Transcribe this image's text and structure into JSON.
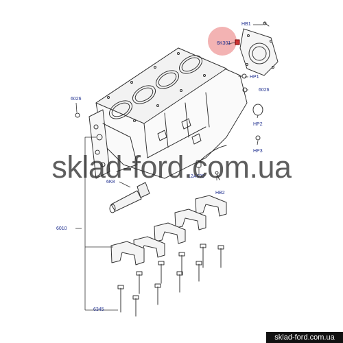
{
  "callouts": {
    "hb1": "HB1",
    "k301": "6K301",
    "hp1": "HP1",
    "c6026_right": "6026",
    "c6026_left": "6026",
    "hp2": "HP2",
    "hp3": "HP3",
    "c12a699": "12A699",
    "hb2": "HB2",
    "k6k8": "6K8",
    "c6010": "6010",
    "c6345": "6345"
  },
  "watermark": "sklad-ford.com.ua",
  "footer": "sklad-ford.com.ua",
  "colors": {
    "callout_text": "#1f2f8f",
    "highlight": "#f3b3b3",
    "line": "#333333",
    "footer_bg": "#111111"
  }
}
